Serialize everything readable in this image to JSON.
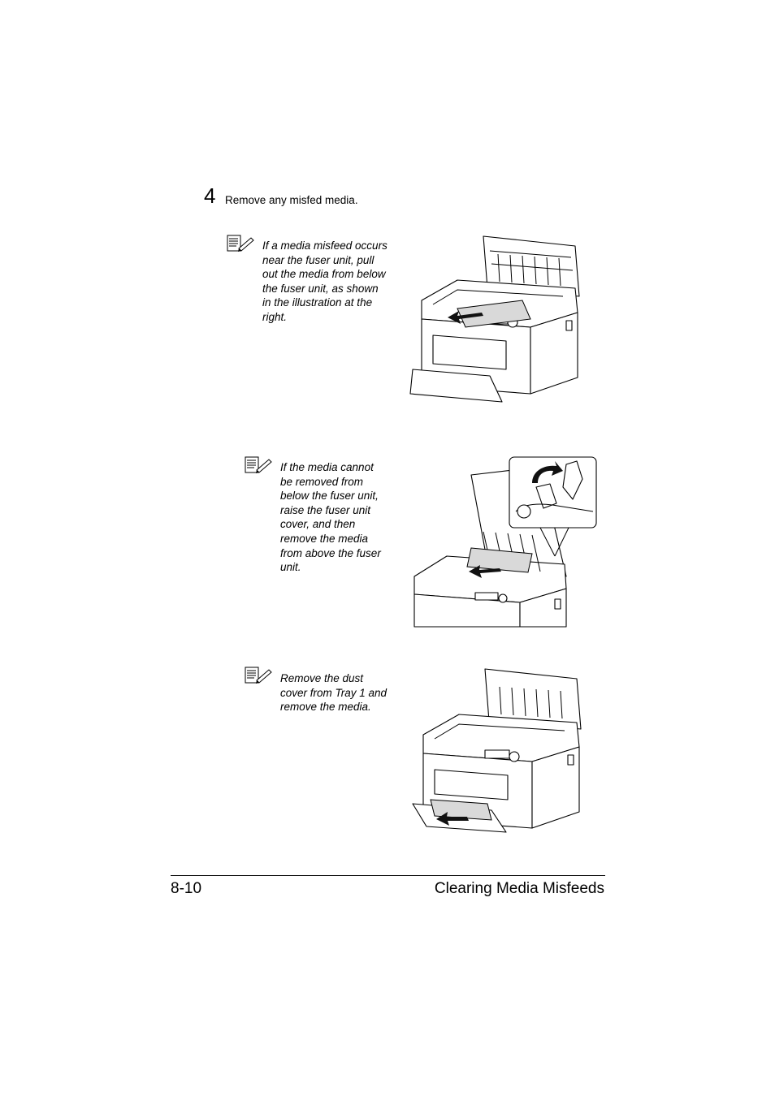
{
  "step": {
    "number": "4",
    "text": "Remove any misfed media."
  },
  "notes": [
    {
      "text": "If a media misfeed occurs\nnear the fuser unit, pull\nout the media from below\nthe fuser unit, as shown\nin the illustration at the\nright."
    },
    {
      "text": "If the media cannot\nbe removed from\nbelow the fuser unit,\nraise the fuser unit\ncover, and then\nremove the media\nfrom above the fuser\nunit."
    },
    {
      "text": "Remove the dust\ncover from Tray 1 and\nremove the media."
    }
  ],
  "icons": {
    "note": "note-pencil-icon"
  },
  "footer": {
    "page_number": "8-10",
    "section_title": "Clearing Media Misfeeds"
  }
}
